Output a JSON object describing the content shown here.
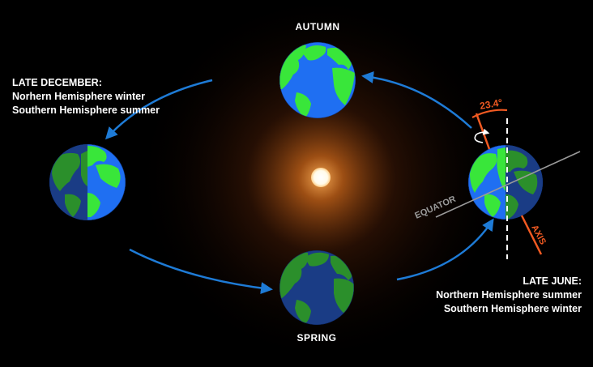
{
  "seasons": {
    "top": "AUTUMN",
    "bottom": "SPRING"
  },
  "december": {
    "line1": "LATE DECEMBER:",
    "line2": "Norhern Hemisphere winter",
    "line3": "Southern Hemisphere summer"
  },
  "june": {
    "line1": "LATE JUNE:",
    "line2": "Northern Hemisphere summer",
    "line3": "Southern Hemisphere winter"
  },
  "annotations": {
    "angle": "23.4°",
    "equator": "EQUATOR",
    "axis": "AXIS"
  },
  "colors": {
    "background": "#000000",
    "sun": "#ffffff",
    "sun_glow": "#ff8a2a",
    "ocean_lit": "#1f6ff2",
    "ocean_dark": "#1a3c85",
    "land_lit": "#39e63a",
    "land_dark": "#2b8f2b",
    "orbit_arrow": "#1e7bd6",
    "axis_orange": "#f25a22",
    "equator_gray": "#9a9a9a"
  }
}
